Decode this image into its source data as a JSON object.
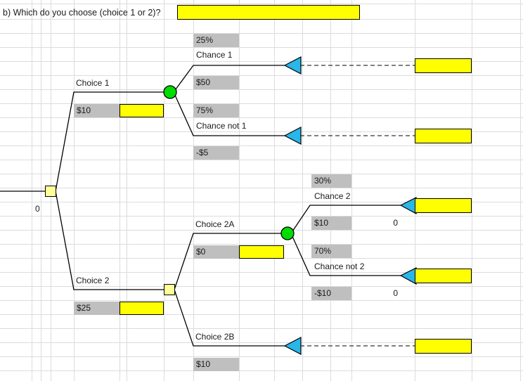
{
  "question": {
    "text": "b) Which do you choose (choice 1 or 2)?",
    "answer_value": ""
  },
  "root": {
    "value_label": "0"
  },
  "branches": {
    "choice1": {
      "label": "Choice 1",
      "cost": "$10",
      "input_value": ""
    },
    "choice2": {
      "label": "Choice 2",
      "cost": "$25",
      "input_value": ""
    },
    "choice2a": {
      "label": "Choice 2A",
      "cost": "$0",
      "input_value": ""
    },
    "choice2b": {
      "label": "Choice 2B",
      "cost": "$10"
    }
  },
  "chances": {
    "chance1": {
      "probability": "25%",
      "label": "Chance 1",
      "payoff": "$50",
      "result_value": ""
    },
    "chance_not_1": {
      "probability": "75%",
      "label": "Chance not 1",
      "payoff": "-$5",
      "result_value": ""
    },
    "chance2": {
      "probability": "30%",
      "label": "Chance 2",
      "payoff": "$10",
      "zero": "0",
      "result_value": ""
    },
    "chance_not_2": {
      "probability": "70%",
      "label": "Chance not 2",
      "payoff": "-$10",
      "zero": "0",
      "result_value": ""
    }
  },
  "terminals": {
    "t1": {
      "value": ""
    },
    "t2": {
      "value": ""
    },
    "t3": {
      "value": ""
    },
    "t4": {
      "value": ""
    },
    "t5": {
      "value": ""
    }
  },
  "colors": {
    "chance_node": "#00dd00",
    "decision_node": "#ffff99",
    "terminal_marker": "#29b6e8",
    "input_fill": "#ffff00",
    "label_fill": "#bfbfbf",
    "grid_line": "#dcdcdc",
    "stroke": "#000000"
  },
  "icons": {
    "chance_node": "chance-node-circle",
    "decision_node": "decision-node-square",
    "terminal_node": "terminal-triangle"
  }
}
